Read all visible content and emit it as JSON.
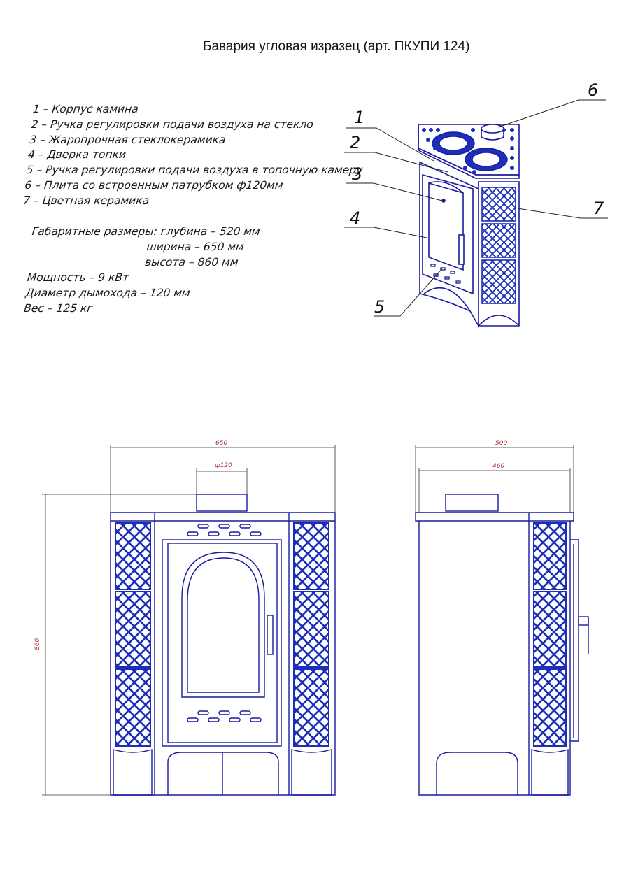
{
  "title": "Бавария угловая изразец (арт. ПКУПИ 124)",
  "legend": [
    "1 – Корпус камина",
    "2 – Ручка регулировки подачи воздуха на стекло",
    "3 – Жаропрочная стеклокерамика",
    "4 – Дверка топки",
    "5 – Ручка регулировки подачи воздуха в топочную камеру",
    "6 – Плита со встроенным патрубком ф120мм",
    "7 – Цветная керамика"
  ],
  "specs": {
    "dims_label": "Габаритные размеры: глубина – 520 мм",
    "width_line": "ширина – 650 мм",
    "height_line": "высота – 860 мм",
    "power": "Мощность – 9 кВт",
    "flue": "Диаметр дымохода – 120 мм",
    "weight": "Вес – 125 кг"
  },
  "callouts": [
    "1",
    "2",
    "3",
    "4",
    "5",
    "6",
    "7"
  ],
  "dimensions": {
    "front_width": "650",
    "flue_diameter": "ф120",
    "height": "860",
    "side_depth_total": "500",
    "side_depth_body": "460"
  },
  "colors": {
    "line": "#1a1aa0",
    "tile": "#1c2fb8",
    "dimension": "#b03030"
  }
}
